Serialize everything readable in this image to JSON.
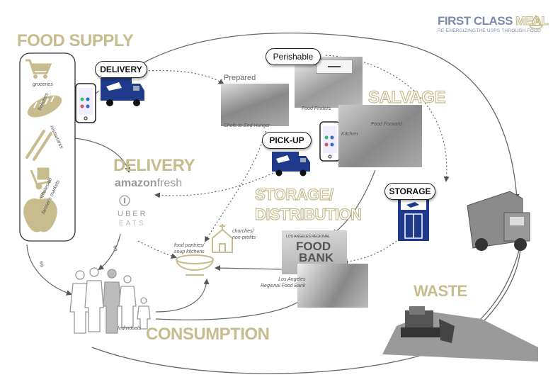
{
  "brand": {
    "name_part1": "FIRST CLASS ",
    "name_part2": "MEAL",
    "tagline": "RE-ENERGIZINGTHE USPS THROUGH FOOD"
  },
  "sections": {
    "food_supply": "FOOD SUPPLY",
    "delivery": "DELIVERY",
    "salvage": "SALVAGE",
    "storage_distribution_1": "STORAGE/",
    "storage_distribution_2": "DISTRIBUTION",
    "waste": "WASTE",
    "consumption": "CONSUMPTION"
  },
  "pills": {
    "delivery": "DELIVERY",
    "perishable": "Perishable",
    "pickup": "PICK-UP",
    "storage": "STORAGE"
  },
  "supply_items": [
    "groceries",
    "bakeries",
    "restaurants",
    "wholesale",
    "farmer's markets"
  ],
  "labels": {
    "prepared": "Prepared",
    "chefs": "Chefs to End Hunger",
    "food_finders": "Food Finders",
    "kitchen": "Kitchen",
    "food_forward": "Food Forward",
    "amazon_1": "amazon",
    "amazon_2": "fresh",
    "uber_1": "UBER",
    "uber_2": "EATS",
    "pantries": "food pantries/\nsoup kitchens",
    "churches": "churches/\nnon-profits",
    "la_food_bank": "Los Angeles\nRegional Food Bank",
    "individuals": "Individuals",
    "dollar": "$",
    "food_bank_sign_1": "LOS ANGELES REGIONAL",
    "food_bank_sign_2": "FOOD",
    "food_bank_sign_3": "BANK"
  },
  "colors": {
    "accent": "#c6bc8e",
    "usps_blue": "#1f3a8a",
    "line": "#555555"
  }
}
